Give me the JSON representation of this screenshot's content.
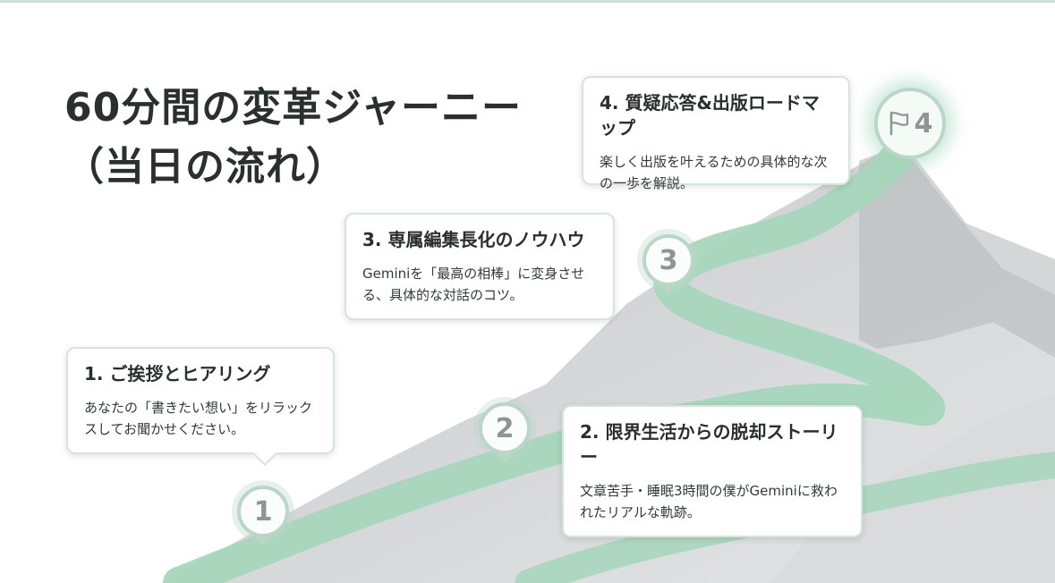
{
  "title": {
    "line1": "60分間の変革ジャーニー",
    "line2": "（当日の流れ）"
  },
  "steps": [
    {
      "number": "1",
      "title": "1. ご挨拶とヒアリング",
      "description": "あなたの「書きたい想い」をリラックスしてお聞かせください。"
    },
    {
      "number": "2",
      "title": "2. 限界生活からの脱却ストーリー",
      "description": "文章苦手・睡眠3時間の僕がGeminiに救われたリアルな軌跡。"
    },
    {
      "number": "3",
      "title": "3. 専属編集長化のノウハウ",
      "description": "Geminiを「最高の相棒」に変身させる、具体的な対話のコツ。"
    },
    {
      "number": "4",
      "title": "4. 質疑応答&出版ロードマップ",
      "description": "楽しく出版を叶えるための具体的な次の一歩を解説。"
    }
  ],
  "icons": {
    "goal": "flag-icon"
  },
  "colors": {
    "accent": "#9fd1b5",
    "mountain": "#cfd1d3",
    "text": "#2a302d"
  }
}
